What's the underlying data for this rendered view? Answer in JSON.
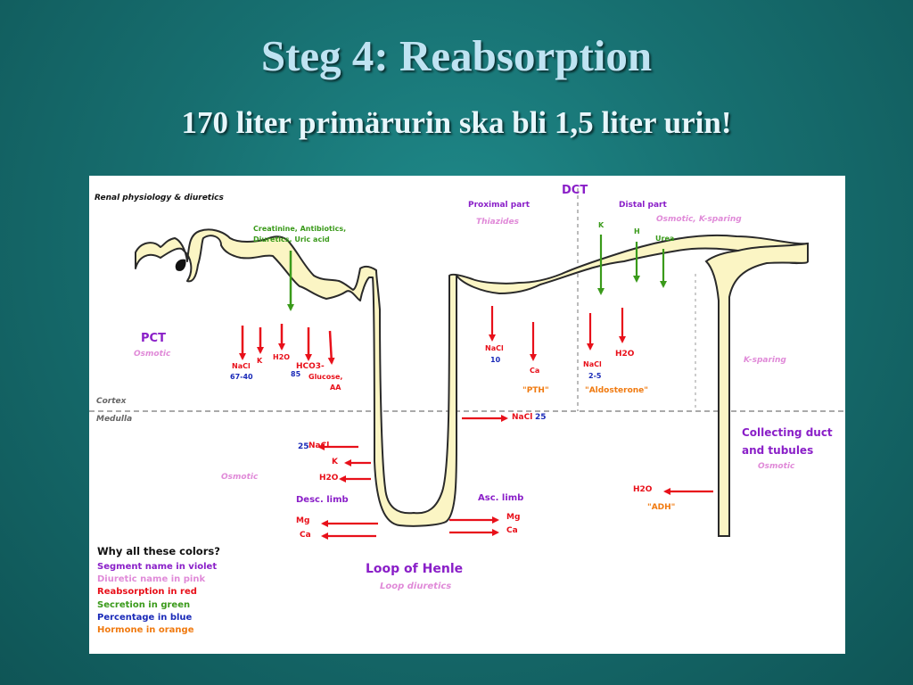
{
  "slide": {
    "title": "Steg 4: Reabsorption",
    "subtitle": "170 liter primärurin ska bli 1,5 liter urin!"
  },
  "diagram": {
    "header": "Renal physiology & diuretics",
    "colors": {
      "tube": "#fbf5c4",
      "tube_outline": "#2a2a2a",
      "violet": "#8a1fc8",
      "pink": "#e08ad8",
      "red": "#e8101a",
      "green": "#3a9a1a",
      "blue": "#1a2ab8",
      "orange": "#f07a10"
    },
    "zones": {
      "cortex": "Cortex",
      "medulla": "Medulla"
    },
    "pct": {
      "name": "PCT",
      "diuretic": "Osmotic",
      "secretion": [
        "Creatinine, Antibiotics,",
        "Diuretics, Uric acid"
      ],
      "nacl": "NaCl",
      "nacl_pct": "67-40",
      "k": "K",
      "h2o": "H2O",
      "hco3": "HCO3-",
      "hco3_pct": "85",
      "glucose": "Glucose,",
      "aa": "AA"
    },
    "loop": {
      "name": "Loop of Henle",
      "diuretic": "Loop diuretics",
      "desc_limb": "Desc. limb",
      "asc_limb": "Asc. limb",
      "osmotic": "Osmotic",
      "desc_nacl_pct": "25",
      "desc_nacl": "NaCl",
      "desc_k": "K",
      "desc_h2o": "H2O",
      "desc_mg": "Mg",
      "desc_ca": "Ca",
      "asc_nacl": "NaCl",
      "asc_nacl_pct": "25",
      "asc_mg": "Mg",
      "asc_ca": "Ca"
    },
    "dct": {
      "name": "DCT",
      "proximal": "Proximal part",
      "proximal_diuretic": "Thiazides",
      "distal": "Distal part",
      "distal_diuretic": "Osmotic, K-sparing",
      "nacl": "NaCl",
      "nacl_pct": "10",
      "ca": "Ca",
      "pth": "\"PTH\"",
      "distal_nacl": "NaCl",
      "distal_nacl_pct": "2-5",
      "h2o": "H2O",
      "aldosterone": "\"Aldosterone\"",
      "k": "K",
      "h": "H",
      "urea": "Urea"
    },
    "collecting": {
      "name_line1": "Collecting duct",
      "name_line2": "and tubules",
      "diuretic": "Osmotic",
      "k_sparing": "K-sparing",
      "h2o": "H2O",
      "adh": "\"ADH\""
    },
    "legend": {
      "heading": "Why all these colors?",
      "items": [
        {
          "text": "Segment name in violet",
          "color": "violet"
        },
        {
          "text": "Diuretic name in pink",
          "color": "pink"
        },
        {
          "text": "Reabsorption in red",
          "color": "red"
        },
        {
          "text": "Secretion in green",
          "color": "green"
        },
        {
          "text": "Percentage in blue",
          "color": "blue"
        },
        {
          "text": "Hormone in orange",
          "color": "orange"
        }
      ]
    }
  }
}
